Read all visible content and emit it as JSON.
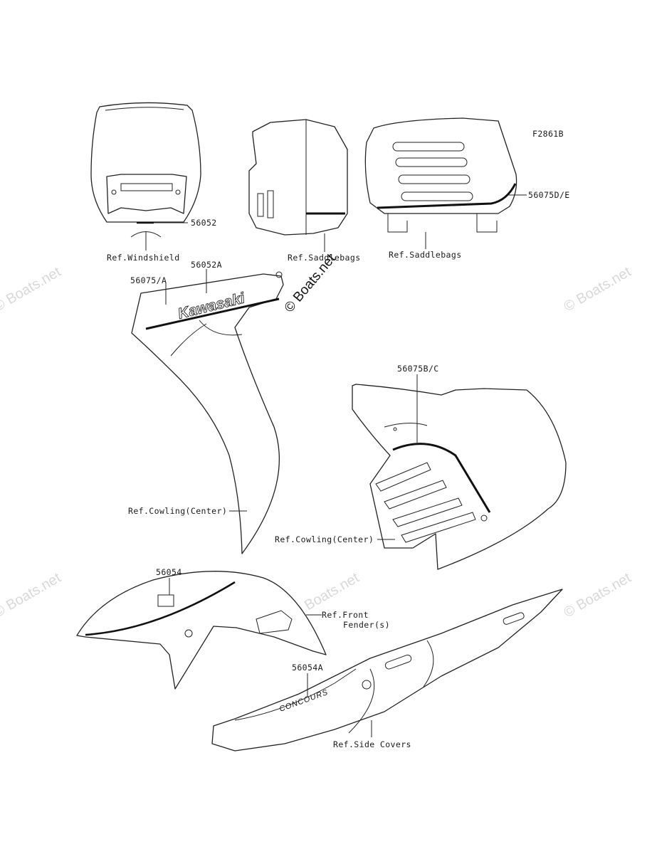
{
  "figure_code": "F2861B",
  "watermarks": {
    "text": "© Boats.net"
  },
  "parts": [
    {
      "code": "56052"
    },
    {
      "code": "56052A"
    },
    {
      "code": "56075/A"
    },
    {
      "code": "56075B/C"
    },
    {
      "code": "56075D/E"
    },
    {
      "code": "56054"
    },
    {
      "code": "56054A"
    }
  ],
  "references": {
    "windshield": "Ref.Windshield",
    "saddlebags_left": "Ref.Saddlebags",
    "saddlebags_right": "Ref.Saddlebags",
    "cowling_left": "Ref.Cowling(Center)",
    "cowling_right": "Ref.Cowling(Center)",
    "front_fender_line1": "Ref.Front",
    "front_fender_line2": "Fender(s)",
    "side_covers": "Ref.Side Covers"
  },
  "decal_text": {
    "kawasaki": "Kawasaki",
    "concours": "CONCOURS"
  }
}
